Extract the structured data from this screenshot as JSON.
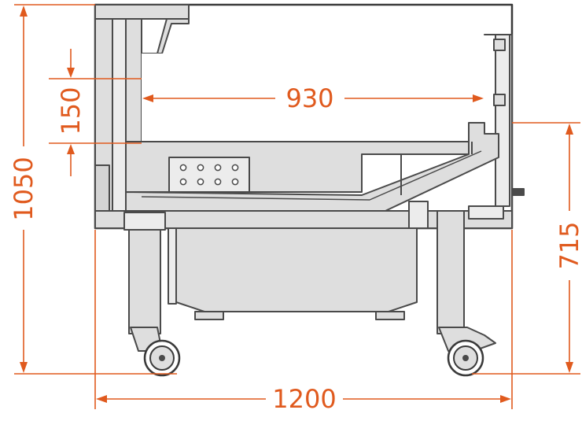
{
  "dimensions": {
    "overall_height": "1050",
    "opening_height": "150",
    "inner_width": "930",
    "counter_height": "715",
    "overall_width": "1200"
  },
  "colors": {
    "dimension": "#e05a1e",
    "body_fill": "#dedede",
    "outline": "#4a4a4a",
    "background": "#ffffff"
  },
  "control_panel": {
    "rows": 2,
    "columns": 4
  }
}
